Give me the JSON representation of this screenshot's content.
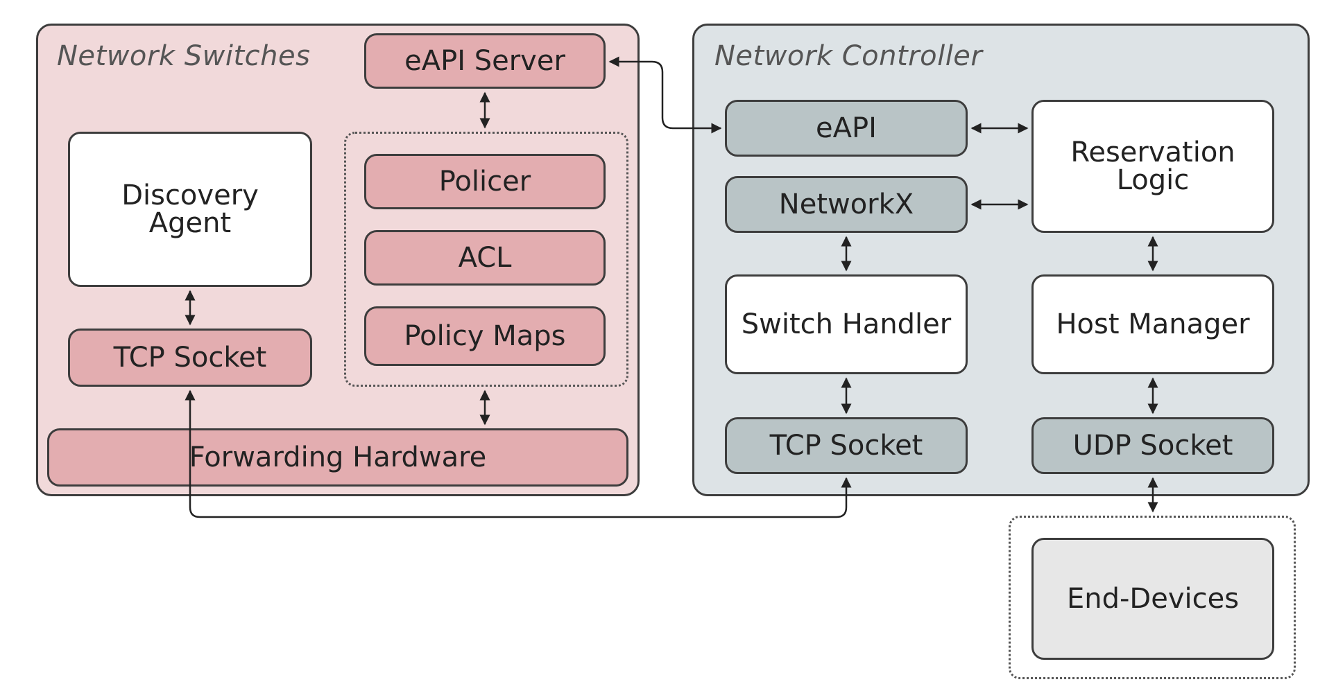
{
  "network_switches": {
    "title": "Network Switches",
    "eapi_server": "eAPI Server",
    "discovery_agent": [
      "Discovery",
      "Agent"
    ],
    "policer": "Policer",
    "acl": "ACL",
    "policy_maps": "Policy Maps",
    "tcp_socket": "TCP Socket",
    "forwarding_hardware": "Forwarding Hardware"
  },
  "network_controller": {
    "title": "Network Controller",
    "eapi": "eAPI",
    "networkx": "NetworkX",
    "reservation_logic": [
      "Reservation",
      "Logic"
    ],
    "switch_handler": "Switch Handler",
    "host_manager": "Host Manager",
    "tcp_socket": "TCP Socket",
    "udp_socket": "UDP Socket"
  },
  "end_devices": "End-Devices",
  "colors": {
    "switch_panel": "#f1d9da",
    "switch_box": "#e3adb0",
    "controller_panel": "#dde3e6",
    "controller_box": "#b9c4c6",
    "end_devices_box": "#e7e7e7",
    "outline": "#3d3d3d"
  }
}
